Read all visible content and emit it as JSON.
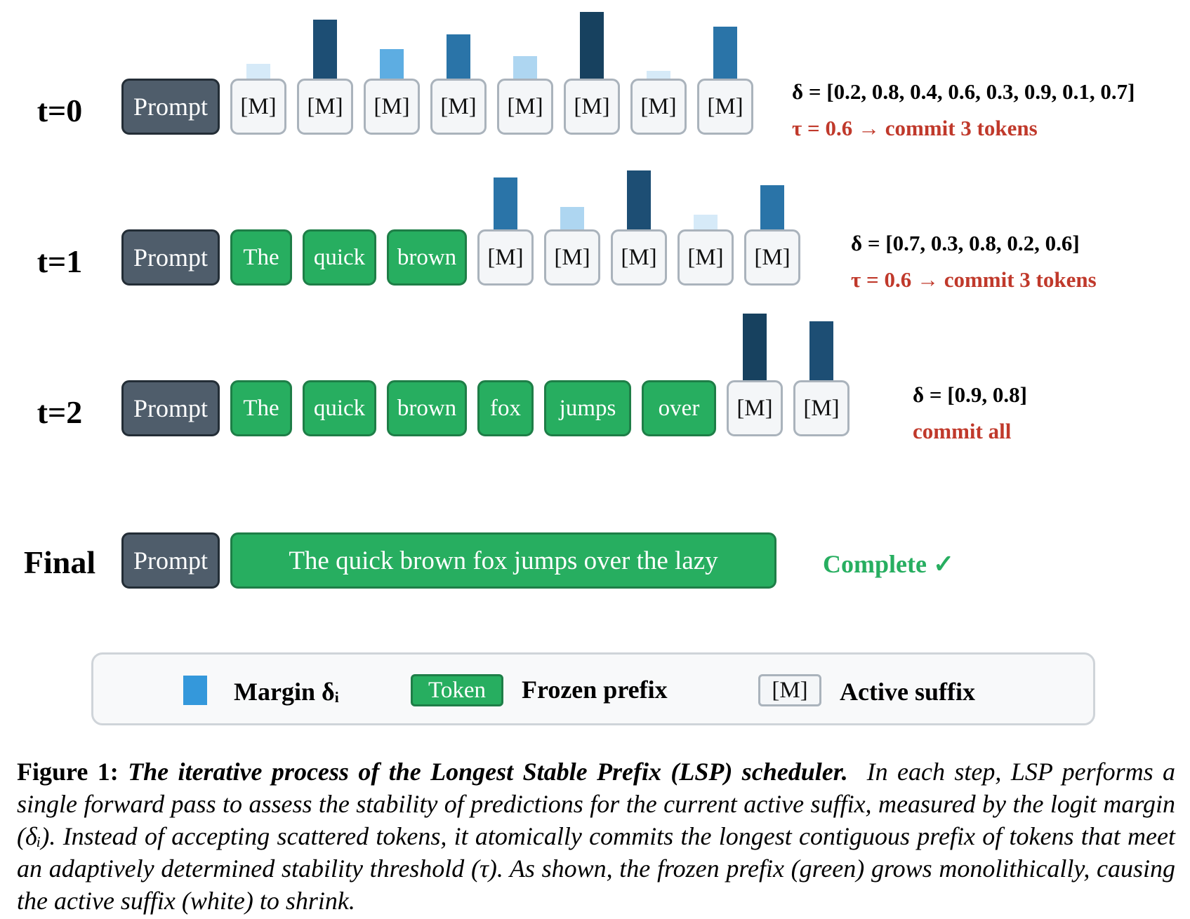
{
  "steps": [
    {
      "label": "t=0",
      "prompt": "Prompt",
      "frozen": [],
      "active": [
        "[M]",
        "[M]",
        "[M]",
        "[M]",
        "[M]",
        "[M]",
        "[M]",
        "[M]"
      ],
      "margins": [
        0.2,
        0.8,
        0.4,
        0.6,
        0.3,
        0.9,
        0.1,
        0.7
      ],
      "delta_text": "δ = [0.2, 0.8, 0.4, 0.6, 0.3, 0.9, 0.1, 0.7]",
      "commit_text": "τ = 0.6 → commit 3 tokens"
    },
    {
      "label": "t=1",
      "prompt": "Prompt",
      "frozen": [
        "The",
        "quick",
        "brown"
      ],
      "active": [
        "[M]",
        "[M]",
        "[M]",
        "[M]",
        "[M]"
      ],
      "margins": [
        0.7,
        0.3,
        0.8,
        0.2,
        0.6
      ],
      "delta_text": "δ = [0.7, 0.3, 0.8, 0.2, 0.6]",
      "commit_text": "τ = 0.6 → commit 3 tokens"
    },
    {
      "label": "t=2",
      "prompt": "Prompt",
      "frozen": [
        "The",
        "quick",
        "brown",
        "fox",
        "jumps",
        "over"
      ],
      "active": [
        "[M]",
        "[M]"
      ],
      "margins": [
        0.9,
        0.8
      ],
      "delta_text": "δ = [0.9, 0.8]",
      "commit_text": "commit all"
    }
  ],
  "final": {
    "label": "Final",
    "prompt": "Prompt",
    "sentence": "The quick brown fox jumps over the lazy",
    "status": "Complete ✓"
  },
  "legend": {
    "margin_label": "Margin δᵢ",
    "token_chip": "Token",
    "frozen_label": "Frozen prefix",
    "mask_chip": "[M]",
    "active_label": "Active suffix"
  },
  "colors": {
    "prompt": "#4f5d6b",
    "frozen": "#27ae60",
    "active": "#f4f6f8",
    "commit_text": "#c0392b",
    "margin_legend": "#3498db"
  },
  "caption": {
    "lead": "Figure 1:",
    "title": "The iterative process of the Longest Stable Prefix (LSP) scheduler.",
    "body": "In each step, LSP performs a single forward pass to assess the stability of predictions for the current active suffix, measured by the logit margin (δᵢ). Instead of accepting scattered tokens, it atomically commits the longest contiguous prefix of tokens that meet an adaptively determined stability threshold (τ). As shown, the frozen prefix (green) grows monolithically, causing the active suffix (white) to shrink."
  }
}
